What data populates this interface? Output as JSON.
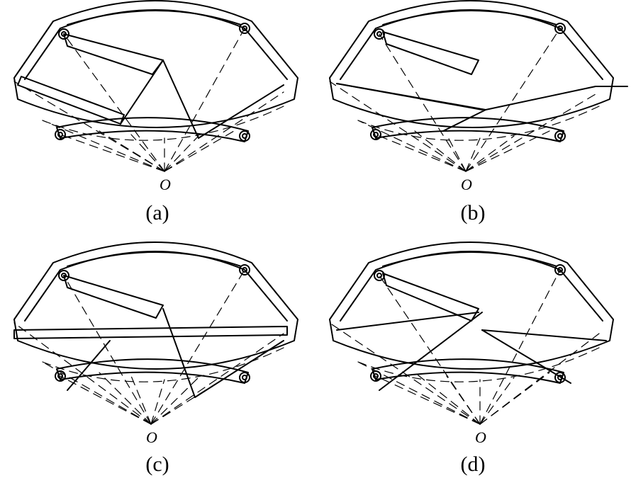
{
  "figure": {
    "panels": [
      {
        "id": "a",
        "caption": "(a)",
        "origin_label": "O"
      },
      {
        "id": "b",
        "caption": "(b)",
        "origin_label": "O"
      },
      {
        "id": "c",
        "caption": "(c)",
        "origin_label": "O"
      },
      {
        "id": "d",
        "caption": "(d)",
        "origin_label": "O"
      }
    ]
  }
}
